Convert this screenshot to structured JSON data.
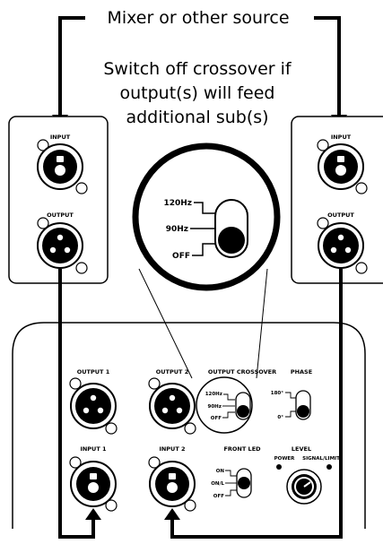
{
  "source_label": "Mixer or other source",
  "note_lines": [
    "Switch off crossover if",
    "output(s) will feed",
    "additional sub(s)"
  ],
  "left_plate": {
    "input_label": "INPUT",
    "output_label": "OUTPUT"
  },
  "right_plate": {
    "input_label": "INPUT",
    "output_label": "OUTPUT"
  },
  "zoom": {
    "opt_120": "120Hz",
    "opt_90": "90Hz",
    "opt_off": "OFF"
  },
  "panel": {
    "output1": "OUTPUT 1",
    "output2": "OUTPUT 2",
    "crossover_title": "OUTPUT CROSSOVER",
    "crossover_opts": [
      "120Hz",
      "90Hz",
      "OFF"
    ],
    "phase_title": "PHASE",
    "phase_opts": [
      "180°",
      "0°"
    ],
    "input1": "INPUT 1",
    "input2": "INPUT 2",
    "front_led_title": "FRONT LED",
    "front_led_opts": [
      "ON",
      "ON/L",
      "OFF"
    ],
    "level_title": "LEVEL",
    "power": "POWER",
    "signal_limit": "SIGNAL/LIMIT"
  },
  "switch_positions": {
    "crossover": "OFF",
    "phase": "0°",
    "front_led": "ON/L"
  }
}
